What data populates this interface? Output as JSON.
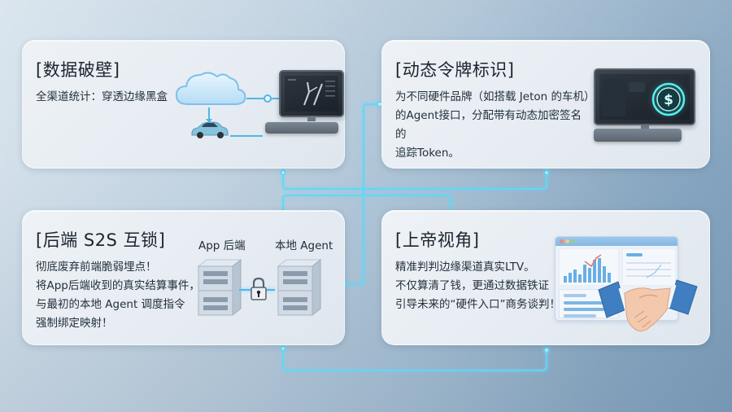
{
  "cards": {
    "data_breakthrough": {
      "title": "[数据破壁]",
      "body": [
        "全渠道统计：穿透边缘黑盒"
      ],
      "illustration": {
        "icons": [
          "cloud-icon",
          "car-icon",
          "monitor-icon"
        ]
      }
    },
    "dynamic_token": {
      "title": "[动态令牌标识]",
      "body": [
        "为不同硬件品牌（如搭载 Jeton 的车机）",
        "的Agent接口，分配带有动态加密签名的",
        "追踪Token。"
      ],
      "illustration": {
        "icons": [
          "monitor-icon",
          "dollar-token-icon"
        ]
      }
    },
    "s2s_lock": {
      "title": "[后端 S2S 互锁]",
      "body": [
        "彻底废弃前端脆弱埋点！",
        "将App后端收到的真实结算事件，",
        "与最初的本地 Agent 调度指令",
        "强制绑定映射！"
      ],
      "illustration": {
        "left_server_label": "App 后端",
        "right_server_label": "本地 Agent",
        "icons": [
          "server-icon",
          "lock-icon",
          "server-icon"
        ]
      }
    },
    "god_view": {
      "title": "[上帝视角]",
      "body": [
        "精准判判边缘渠道真实LTV。",
        "不仅算清了钱，更通过数据铁证",
        "引导未来的“硬件入口”商务谈判！"
      ],
      "illustration": {
        "icons": [
          "dashboard-icon",
          "bar-chart-icon",
          "handshake-icon"
        ]
      }
    }
  },
  "colors": {
    "connector": "#5fd3f5",
    "connector_glow": "#9fe6ff",
    "card_bg": "#e8edf3",
    "title_text": "#1b2530",
    "body_text": "#22303c",
    "token_glow": "#3fe0e0",
    "chart_bar": "#5fa8e0",
    "chart_line": "#e07a6a"
  }
}
